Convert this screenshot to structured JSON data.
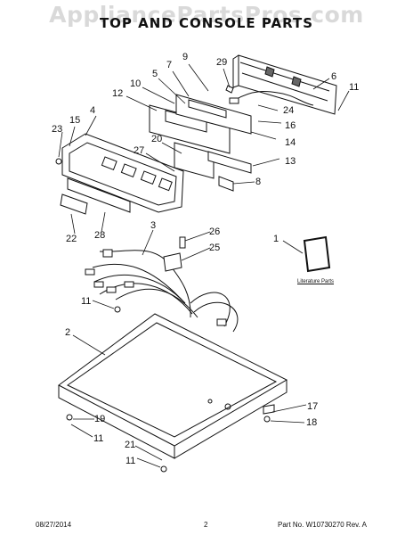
{
  "watermark": "AppliancePartsPros.com",
  "title": "TOP AND CONSOLE PARTS",
  "literature_label": "Literature Parts",
  "footer": {
    "date": "08/27/2014",
    "page": "2",
    "part_info": "Part No. W10730270  Rev. A"
  },
  "callouts": [
    {
      "key": "c9",
      "label": "9"
    },
    {
      "key": "c29",
      "label": "29"
    },
    {
      "key": "c7",
      "label": "7"
    },
    {
      "key": "c5",
      "label": "5"
    },
    {
      "key": "c10",
      "label": "10"
    },
    {
      "key": "c6",
      "label": "6"
    },
    {
      "key": "c11a",
      "label": "11"
    },
    {
      "key": "c12",
      "label": "12"
    },
    {
      "key": "c4",
      "label": "4"
    },
    {
      "key": "c24",
      "label": "24"
    },
    {
      "key": "c15",
      "label": "15"
    },
    {
      "key": "c16",
      "label": "16"
    },
    {
      "key": "c23",
      "label": "23"
    },
    {
      "key": "c14",
      "label": "14"
    },
    {
      "key": "c20",
      "label": "20"
    },
    {
      "key": "c27",
      "label": "27"
    },
    {
      "key": "c13",
      "label": "13"
    },
    {
      "key": "c8",
      "label": "8"
    },
    {
      "key": "c3",
      "label": "3"
    },
    {
      "key": "c26",
      "label": "26"
    },
    {
      "key": "c22",
      "label": "22"
    },
    {
      "key": "c28",
      "label": "28"
    },
    {
      "key": "c1",
      "label": "1"
    },
    {
      "key": "c25",
      "label": "25"
    },
    {
      "key": "c11b",
      "label": "11"
    },
    {
      "key": "c2",
      "label": "2"
    },
    {
      "key": "c17",
      "label": "17"
    },
    {
      "key": "c19",
      "label": "19"
    },
    {
      "key": "c18",
      "label": "18"
    },
    {
      "key": "c11c",
      "label": "11"
    },
    {
      "key": "c21",
      "label": "21"
    },
    {
      "key": "c11d",
      "label": "11"
    }
  ]
}
